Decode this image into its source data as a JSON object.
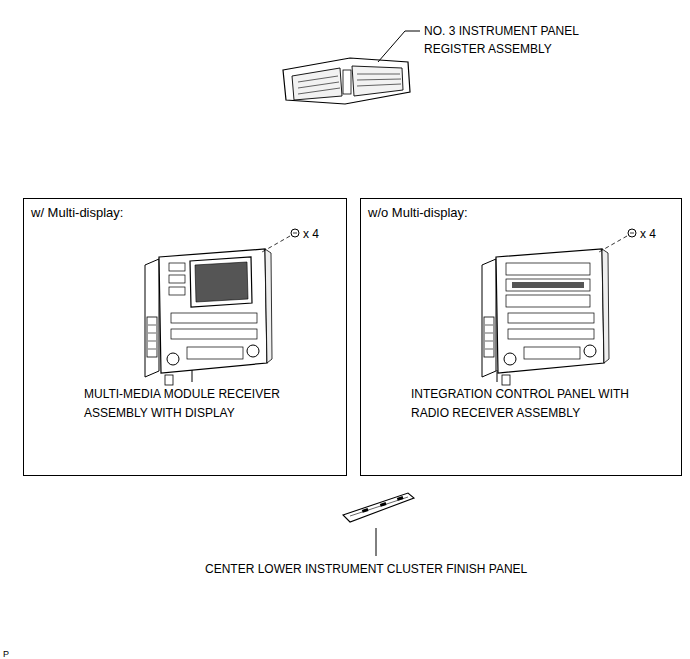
{
  "diagram": {
    "nodes": [
      {
        "text": [
          "w/ Multi-display:",
          "x 4",
          "MULTI-MEDIA MODULE RECEIVER ASSEMBLY WITH DISPLAY"
        ]
      },
      {
        "text": [
          "w/o Multi-display:",
          "x 4",
          "INTEGRATION CONTROL PANEL WITH RADIO RECEIVER ASSEMBLY"
        ]
      }
    ],
    "labels": [
      "NO. 3 INSTRUMENT PANEL REGISTER ASSEMBLY",
      "CENTER LOWER INSTRUMENT CLUSTER FINISH PANEL",
      "P"
    ]
  }
}
